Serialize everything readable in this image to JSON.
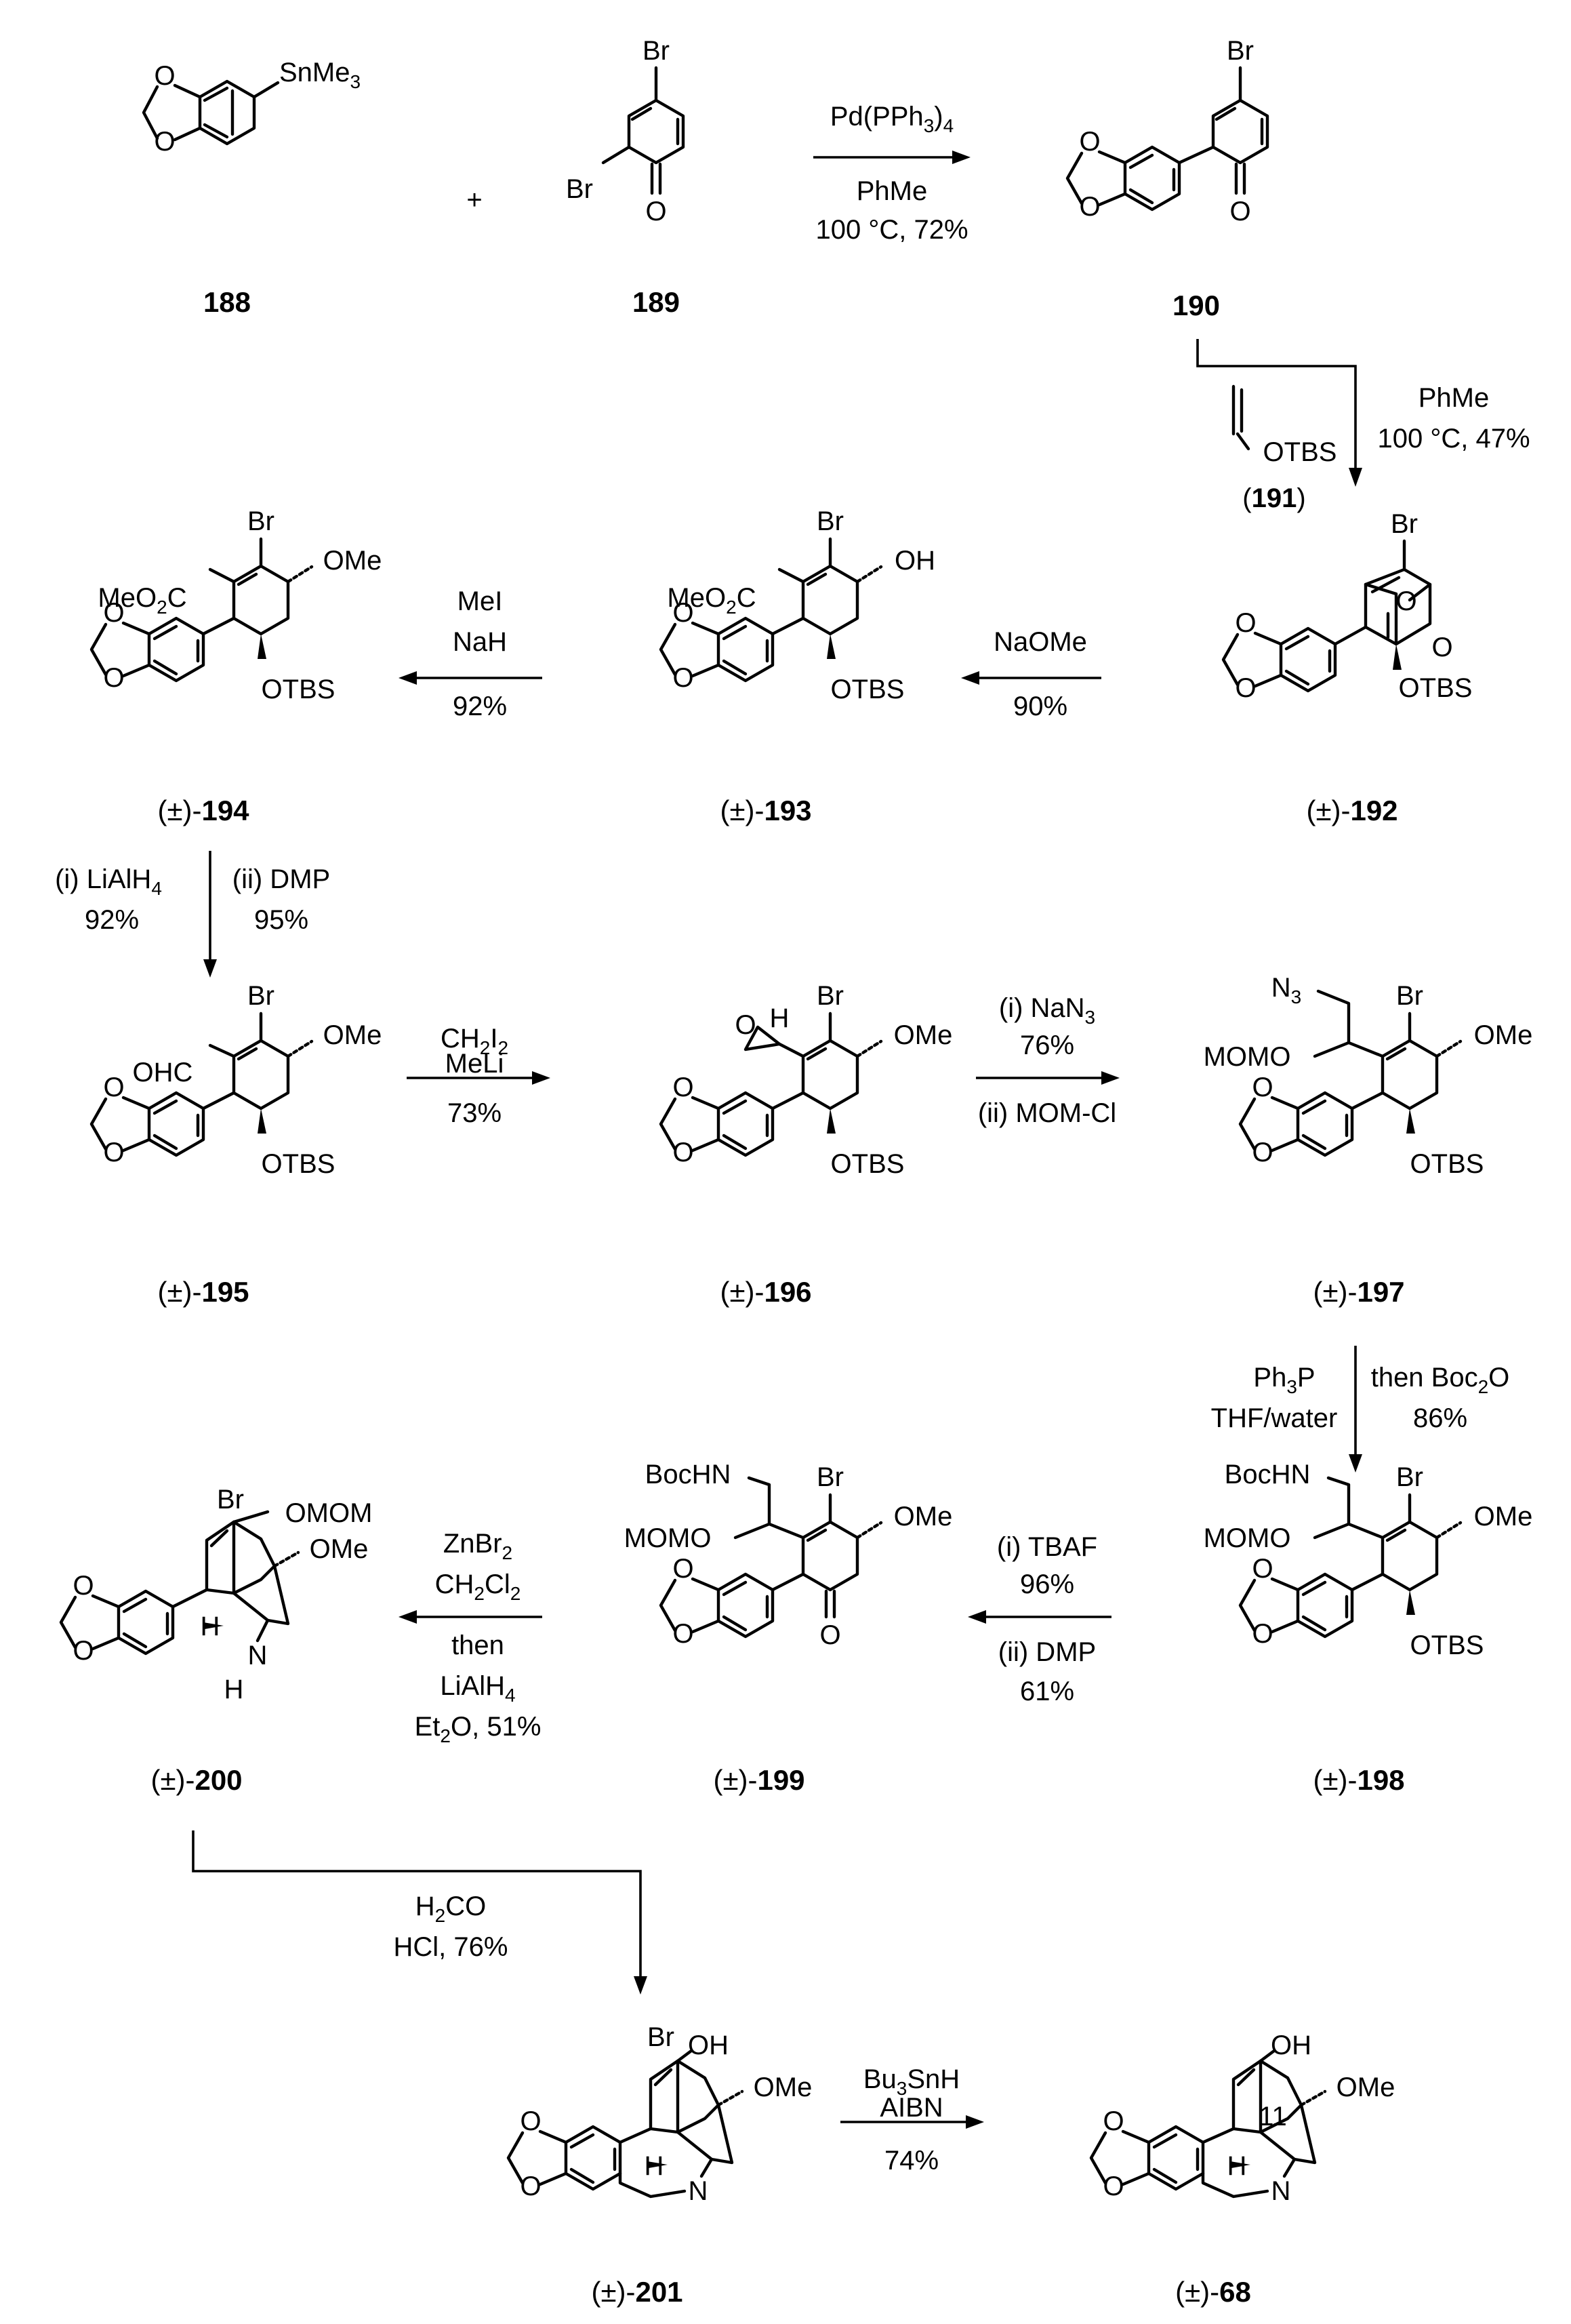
{
  "compounds": {
    "c188": {
      "label": "188"
    },
    "c189": {
      "label": "189"
    },
    "c190": {
      "label": "190"
    },
    "c191": {
      "open": "(",
      "label": "191",
      "close": ")"
    },
    "c192": {
      "prefix": "(±)-",
      "label": "192"
    },
    "c193": {
      "prefix": "(±)-",
      "label": "193"
    },
    "c194": {
      "prefix": "(±)-",
      "label": "194"
    },
    "c195": {
      "prefix": "(±)-",
      "label": "195"
    },
    "c196": {
      "prefix": "(±)-",
      "label": "196"
    },
    "c197": {
      "prefix": "(±)-",
      "label": "197"
    },
    "c198": {
      "prefix": "(±)-",
      "label": "198"
    },
    "c199": {
      "prefix": "(±)-",
      "label": "199"
    },
    "c200": {
      "prefix": "(±)-",
      "label": "200"
    },
    "c201": {
      "prefix": "(±)-",
      "label": "201"
    },
    "c68": {
      "prefix": "(±)-",
      "label": "68"
    }
  },
  "atoms": {
    "o": "O",
    "br": "Br",
    "h": "H",
    "n": "N",
    "sn_main": "SnMe",
    "sn_sub": "3",
    "ome": "OMe",
    "oh": "OH",
    "otbs": "OTBS",
    "mom": "MOM",
    "mom_o": "MOMO",
    "omom": "OMOM",
    "bochn": "BocHN",
    "n3_main": "N",
    "n3_sub": "3",
    "meo2c_a": "MeO",
    "meo2c_sub": "2",
    "meo2c_b": "C",
    "ohc": "OHC",
    "locant_11": "11"
  },
  "reactions": {
    "plus": "+",
    "r1": {
      "line1_a": "Pd(PPh",
      "line1_sub": "3",
      "line1_b": ")",
      "line1_sub2": "4",
      "line2": "PhMe",
      "line3": "100 °C, 72%"
    },
    "r2": {
      "line1": "PhMe",
      "line2": "100 °C, 47%"
    },
    "r3": {
      "line1": "NaOMe",
      "line2": "90%"
    },
    "r4": {
      "line1": "MeI",
      "line2": "NaH",
      "line3": "92%"
    },
    "r5": {
      "left1_a": "(i) LiAlH",
      "left1_sub": "4",
      "left2": "92%",
      "right1": "(ii) DMP",
      "right2": "95%"
    },
    "r6": {
      "line1_a": "CH",
      "line1_sub": "2",
      "line1_b": "I",
      "line1_sub2": "2",
      "line2": "MeLi",
      "line3": "73%"
    },
    "r7": {
      "line1_a": "(i) NaN",
      "line1_sub": "3",
      "line2": "76%",
      "line3": "(ii) MOM-Cl"
    },
    "r8": {
      "left1_a": "Ph",
      "left1_sub": "3",
      "left1_b": "P",
      "left2": "THF/water",
      "right1_a": "then Boc",
      "right1_sub": "2",
      "right1_b": "O",
      "right2": "86%"
    },
    "r9": {
      "line1": "(i) TBAF",
      "line2": "96%",
      "line3": "(ii) DMP",
      "line4": "61%"
    },
    "r10": {
      "line1_a": "ZnBr",
      "line1_sub": "2",
      "line2_a": "CH",
      "line2_sub": "2",
      "line2_b": "Cl",
      "line2_sub2": "2",
      "line3": "then",
      "line4_a": "LiAlH",
      "line4_sub": "4",
      "line5_a": "Et",
      "line5_sub": "2",
      "line5_b": "O, 51%"
    },
    "r11": {
      "line1_a": "H",
      "line1_sub": "2",
      "line1_b": "CO",
      "line2": "HCl, 76%"
    },
    "r12": {
      "line1_a": "Bu",
      "line1_sub": "3",
      "line1_b": "SnH",
      "line2": "AIBN",
      "line3": "74%"
    }
  }
}
